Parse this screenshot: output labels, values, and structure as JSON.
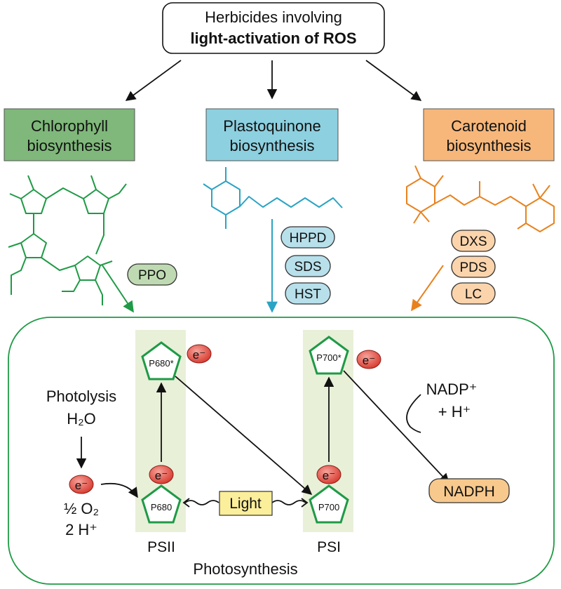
{
  "title": {
    "line1": "Herbicides involving",
    "line2": "light-activation of ROS"
  },
  "pathways": {
    "chlorophyll": {
      "line1": "Chlorophyll",
      "line2": "biosynthesis",
      "fill": "#7fb87a",
      "stroke": "#1f9a46"
    },
    "plastoquinone": {
      "line1": "Plastoquinone",
      "line2": "biosynthesis",
      "fill": "#8dd0e0",
      "stroke": "#2aa3c4"
    },
    "carotenoid": {
      "line1": "Carotenoid",
      "line2": "biosynthesis",
      "fill": "#f7b77a",
      "stroke": "#e8821e"
    }
  },
  "enzymes": {
    "chlorophyll": [
      "PPO"
    ],
    "plastoquinone": [
      "HPPD",
      "SDS",
      "HST"
    ],
    "carotenoid": [
      "DXS",
      "PDS",
      "LC"
    ]
  },
  "photosynthesis": {
    "label": "Photosynthesis",
    "photolysis": "Photolysis",
    "water": "H₂O",
    "electron": "e⁻",
    "oxygen": "½ O₂",
    "protons": "2 H⁺",
    "psii": "PSII",
    "psi": "PSI",
    "p680": "P680",
    "p680_excited": "P680*",
    "p700": "P700",
    "p700_excited": "P700*",
    "light": "Light",
    "nadp_line1": "NADP⁺",
    "nadp_line2": "+ H⁺",
    "nadph": "NADPH"
  },
  "colors": {
    "green": "#1f9a46",
    "blue": "#2aa3c4",
    "orange": "#e8821e",
    "electron_fill": "#e0473c",
    "light_fill": "#fbef9b",
    "panel_fill": "#e8f0d8",
    "nadph_fill": "#f8c98c"
  }
}
